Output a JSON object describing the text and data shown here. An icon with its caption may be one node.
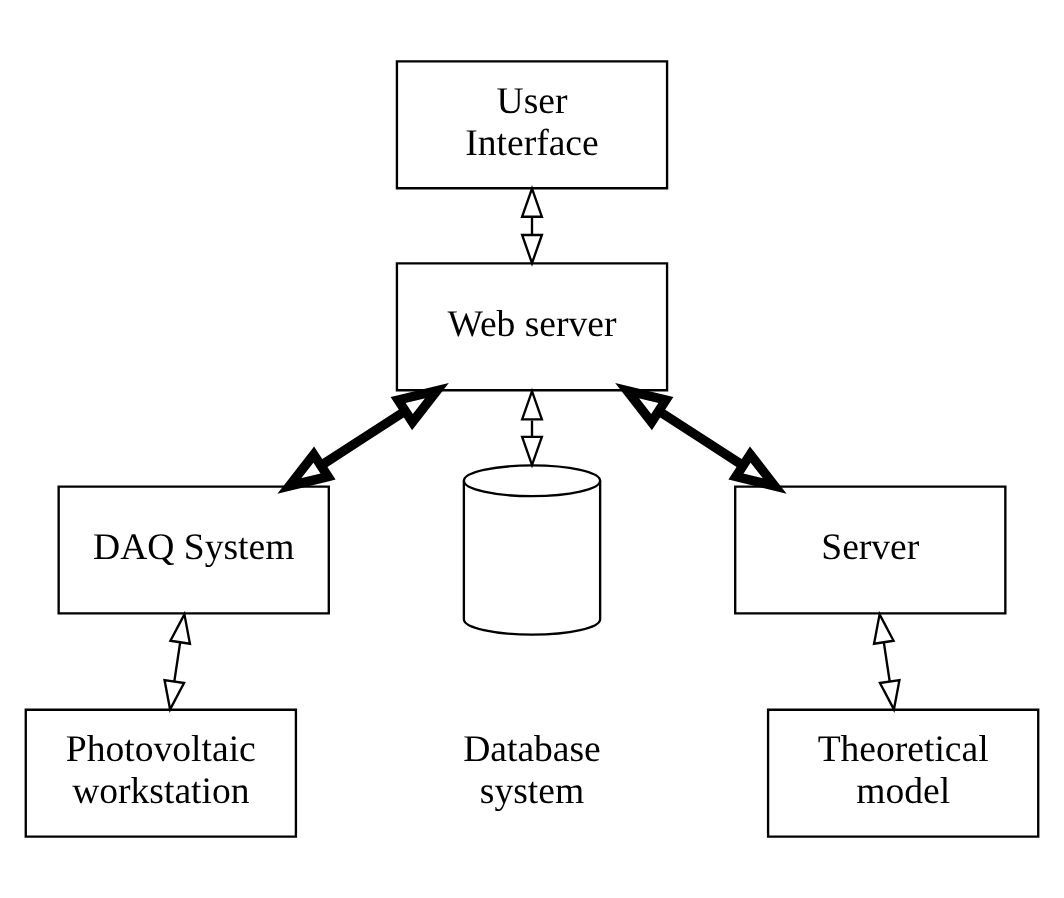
{
  "diagram": {
    "nodes": [
      {
        "text": [
          "User Interface"
        ]
      },
      {
        "text": [
          "Web server"
        ]
      },
      {
        "text": [
          "DAQ System"
        ]
      },
      {
        "text": [],
        "shape": "cylinder",
        "beside": [
          "Database system"
        ]
      },
      {
        "text": [
          "Server"
        ]
      },
      {
        "text": [
          "Photovoltaic workstation"
        ]
      },
      {
        "text": [
          "Theoretical model"
        ]
      }
    ],
    "edges": [
      {
        "from": 0,
        "to": 1,
        "arrow": "both"
      },
      {
        "from": 1,
        "to": 2,
        "arrow": "both",
        "style": "thick"
      },
      {
        "from": 1,
        "to": 3,
        "arrow": "both"
      },
      {
        "from": 1,
        "to": 4,
        "arrow": "both",
        "style": "thick"
      },
      {
        "from": 2,
        "to": 5,
        "arrow": "both"
      },
      {
        "from": 4,
        "to": 6,
        "arrow": "both"
      }
    ]
  }
}
